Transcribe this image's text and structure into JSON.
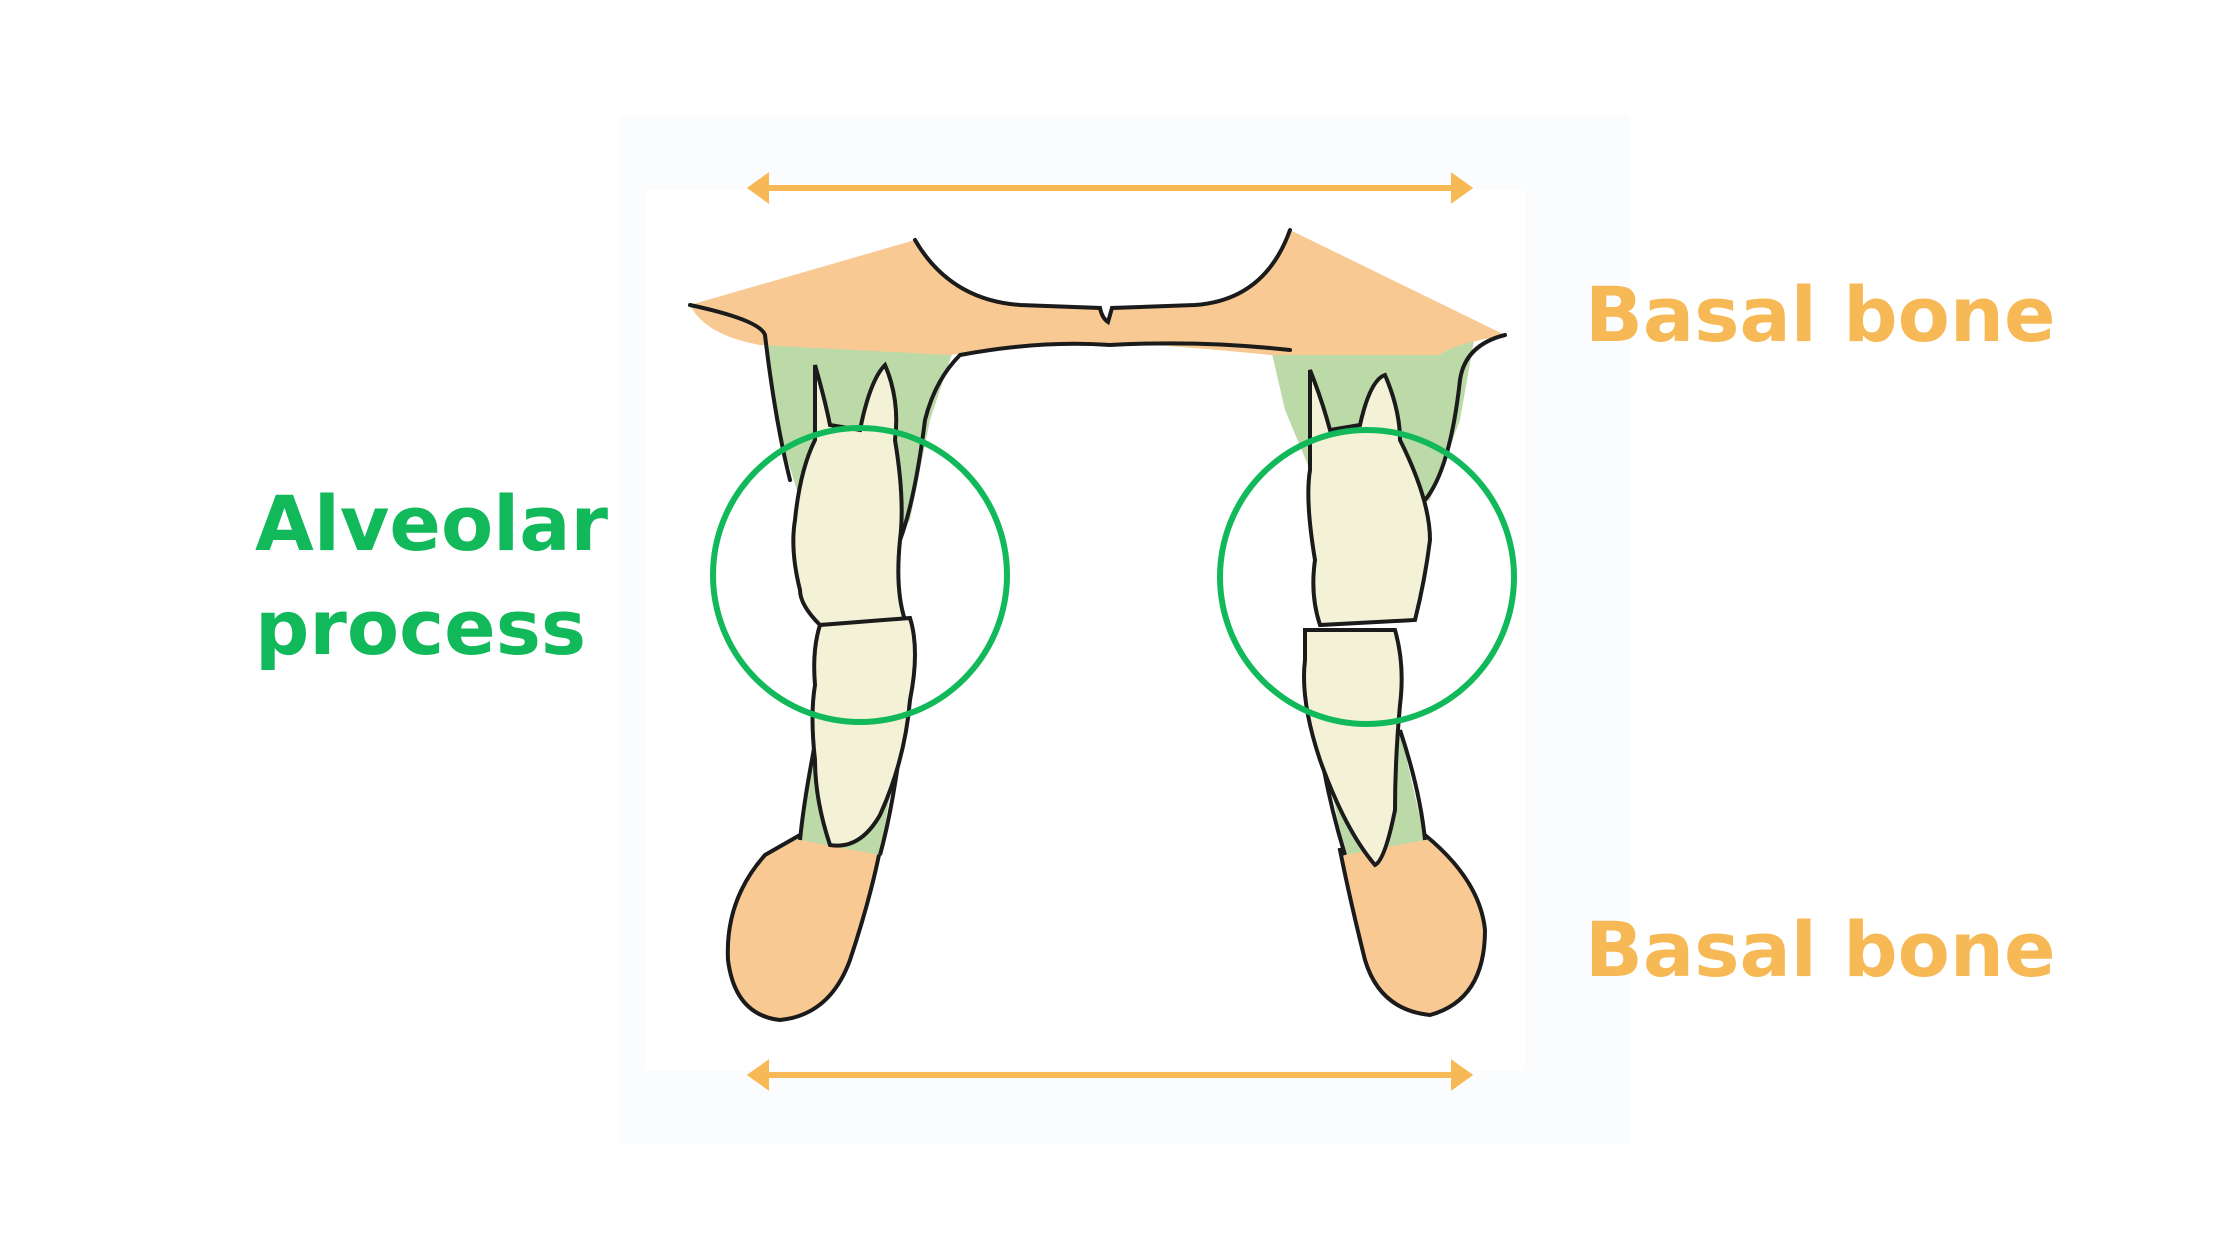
{
  "labels": {
    "basal_top": "Basal bone",
    "basal_bottom": "Basal bone",
    "alveolar_line1": "Alveolar",
    "alveolar_line2": "process"
  },
  "colors": {
    "basal": "#f7b955",
    "alveolar": "#12b95a",
    "bone_fill": "#f8c993",
    "gum_fill": "#bcdaa8",
    "tooth_fill": "#f3f1d6",
    "outline": "#1b1b1b"
  }
}
